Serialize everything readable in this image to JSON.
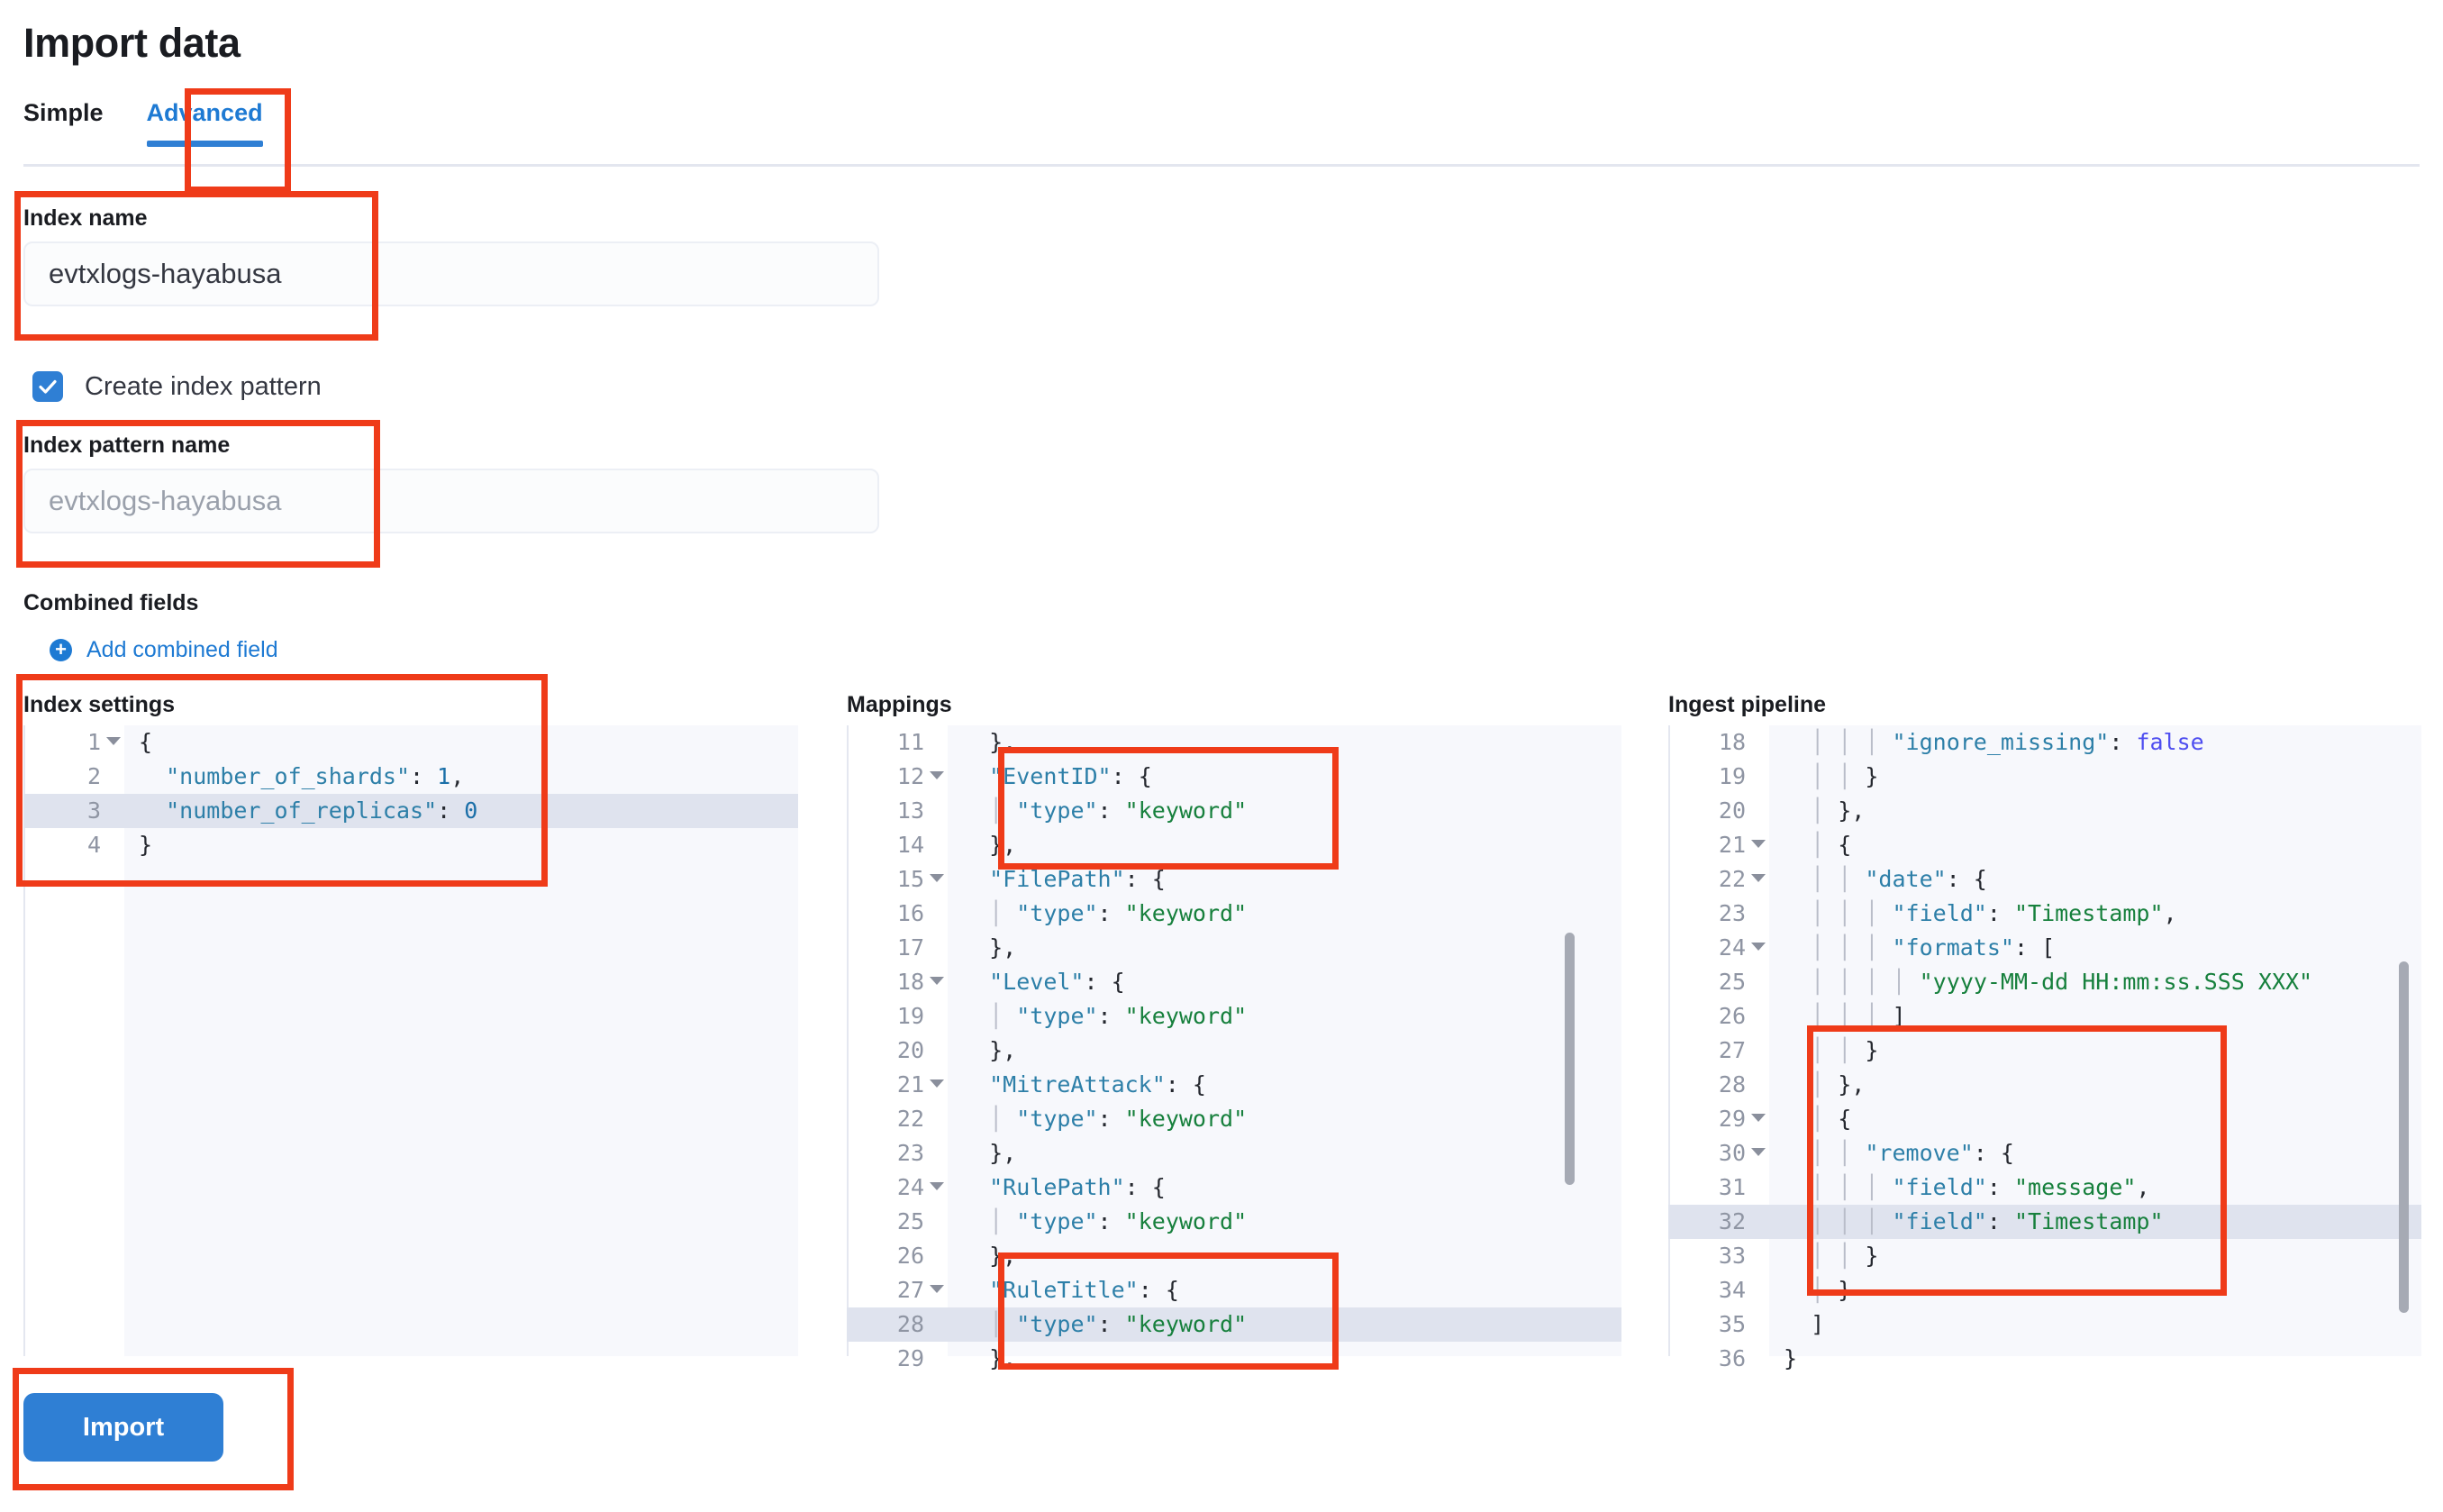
{
  "page": {
    "title": "Import data"
  },
  "tabs": [
    {
      "label": "Simple",
      "active": false
    },
    {
      "label": "Advanced",
      "active": true
    }
  ],
  "form": {
    "index_name_label": "Index name",
    "index_name_value": "evtxlogs-hayabusa",
    "create_index_pattern_label": "Create index pattern",
    "create_index_pattern_checked": true,
    "index_pattern_label": "Index pattern name",
    "index_pattern_placeholder": "evtxlogs-hayabusa",
    "combined_fields_label": "Combined fields",
    "add_combined_field_label": "Add combined field"
  },
  "editors": {
    "index_settings": {
      "title": "Index settings",
      "first_line": 1,
      "highlight_line": 3,
      "lines": [
        {
          "n": 1,
          "fold": true,
          "text": "{"
        },
        {
          "n": 2,
          "fold": false,
          "text": "  \"number_of_shards\": 1,"
        },
        {
          "n": 3,
          "fold": false,
          "text": "  \"number_of_replicas\": 0"
        },
        {
          "n": 4,
          "fold": false,
          "text": "}"
        }
      ]
    },
    "mappings": {
      "title": "Mappings",
      "first_line": 11,
      "highlight_line": 28,
      "lines": [
        {
          "n": 11,
          "fold": false,
          "text": "  },"
        },
        {
          "n": 12,
          "fold": true,
          "text": "  \"EventID\": {"
        },
        {
          "n": 13,
          "fold": false,
          "text": "    \"type\": \"keyword\""
        },
        {
          "n": 14,
          "fold": false,
          "text": "  },"
        },
        {
          "n": 15,
          "fold": true,
          "text": "  \"FilePath\": {"
        },
        {
          "n": 16,
          "fold": false,
          "text": "    \"type\": \"keyword\""
        },
        {
          "n": 17,
          "fold": false,
          "text": "  },"
        },
        {
          "n": 18,
          "fold": true,
          "text": "  \"Level\": {"
        },
        {
          "n": 19,
          "fold": false,
          "text": "    \"type\": \"keyword\""
        },
        {
          "n": 20,
          "fold": false,
          "text": "  },"
        },
        {
          "n": 21,
          "fold": true,
          "text": "  \"MitreAttack\": {"
        },
        {
          "n": 22,
          "fold": false,
          "text": "    \"type\": \"keyword\""
        },
        {
          "n": 23,
          "fold": false,
          "text": "  },"
        },
        {
          "n": 24,
          "fold": true,
          "text": "  \"RulePath\": {"
        },
        {
          "n": 25,
          "fold": false,
          "text": "    \"type\": \"keyword\""
        },
        {
          "n": 26,
          "fold": false,
          "text": "  },"
        },
        {
          "n": 27,
          "fold": true,
          "text": "  \"RuleTitle\": {"
        },
        {
          "n": 28,
          "fold": false,
          "text": "    \"type\": \"keyword\""
        },
        {
          "n": 29,
          "fold": false,
          "text": "  },"
        }
      ]
    },
    "ingest_pipeline": {
      "title": "Ingest pipeline",
      "first_line": 18,
      "highlight_line": 32,
      "lines": [
        {
          "n": 18,
          "fold": false,
          "text": "        \"ignore_missing\": false"
        },
        {
          "n": 19,
          "fold": false,
          "text": "      }"
        },
        {
          "n": 20,
          "fold": false,
          "text": "    },"
        },
        {
          "n": 21,
          "fold": true,
          "text": "    {"
        },
        {
          "n": 22,
          "fold": true,
          "text": "      \"date\": {"
        },
        {
          "n": 23,
          "fold": false,
          "text": "        \"field\": \"Timestamp\","
        },
        {
          "n": 24,
          "fold": true,
          "text": "        \"formats\": ["
        },
        {
          "n": 25,
          "fold": false,
          "text": "          \"yyyy-MM-dd HH:mm:ss.SSS XXX\""
        },
        {
          "n": 26,
          "fold": false,
          "text": "        ]"
        },
        {
          "n": 27,
          "fold": false,
          "text": "      }"
        },
        {
          "n": 28,
          "fold": false,
          "text": "    },"
        },
        {
          "n": 29,
          "fold": true,
          "text": "    {"
        },
        {
          "n": 30,
          "fold": true,
          "text": "      \"remove\": {"
        },
        {
          "n": 31,
          "fold": false,
          "text": "        \"field\": \"message\","
        },
        {
          "n": 32,
          "fold": false,
          "text": "        \"field\": \"Timestamp\""
        },
        {
          "n": 33,
          "fold": false,
          "text": "      }"
        },
        {
          "n": 34,
          "fold": false,
          "text": "    }"
        },
        {
          "n": 35,
          "fold": false,
          "text": "  ]"
        },
        {
          "n": 36,
          "fold": false,
          "text": "}"
        }
      ]
    }
  },
  "actions": {
    "import_label": "Import"
  },
  "colors": {
    "accent": "#2f7fd4",
    "link": "#1e7ad3",
    "annotation": "#ef3b19",
    "json_key": "#2d7fa8",
    "json_string": "#17803d",
    "json_bool": "#4d4df0"
  }
}
